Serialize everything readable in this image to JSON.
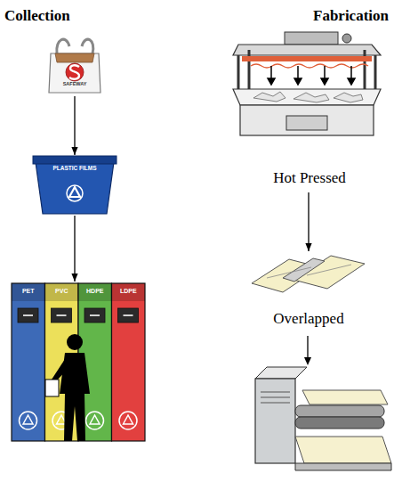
{
  "diagram": {
    "nodes": [
      {
        "text": [
          "SAFEWAY"
        ]
      },
      {
        "text": [
          "PLASTIC FILMS"
        ]
      },
      {
        "text": [
          "PET",
          "PVC",
          "HDPE",
          "LDPE"
        ]
      },
      {
        "text": [
          "Hot Pressed"
        ]
      },
      {
        "text": [
          "Overlapped"
        ]
      }
    ],
    "edges": [
      {
        "from": 0,
        "to": 1,
        "arrow": "to"
      },
      {
        "from": 1,
        "to": 2,
        "arrow": "to"
      },
      {
        "from": 3,
        "to": 4,
        "arrow": "to"
      }
    ],
    "labels": [
      "Collection",
      "Fabrication"
    ]
  }
}
